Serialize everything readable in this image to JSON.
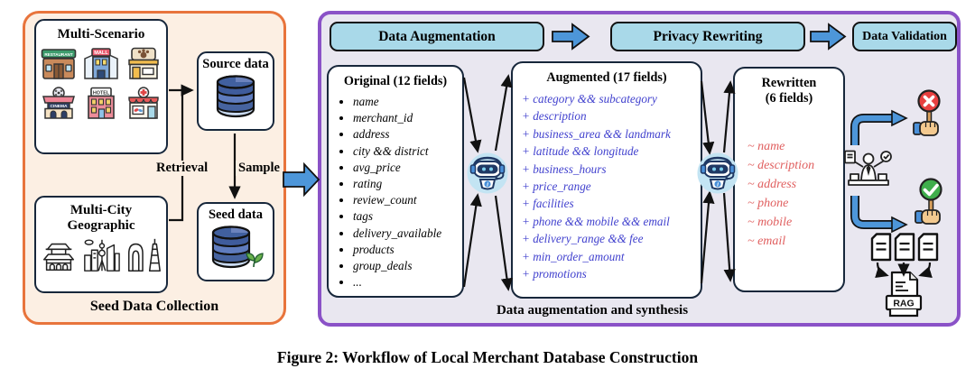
{
  "caption": "Figure 2: Workflow of Local Merchant Database Construction",
  "seed_panel": {
    "label": "Seed Data Collection",
    "multi_scenario": {
      "title": "Multi-Scenario",
      "icon_names": [
        "restaurant",
        "mall",
        "pet-shop",
        "cinema",
        "hotel",
        "pharmacy"
      ]
    },
    "multi_city": {
      "title_line1": "Multi-City",
      "title_line2": "Geographic",
      "icon_names": [
        "temple",
        "shanghai-skyline",
        "guangzhou-towers"
      ]
    },
    "source_data_label": "Source data",
    "seed_data_label": "Seed data",
    "retrieval_label": "Retrieval",
    "sample_label": "Sample"
  },
  "pipeline": {
    "label": "Data augmentation and synthesis",
    "steps": [
      "Data Augmentation",
      "Privacy Rewriting",
      "Data Validation"
    ],
    "original": {
      "title": "Original (12 fields)",
      "items": [
        "name",
        "merchant_id",
        "address",
        "city && district",
        "avg_price",
        "rating",
        "review_count",
        "tags",
        "delivery_available",
        "products",
        "group_deals",
        "..."
      ]
    },
    "augmented": {
      "title": "Augmented (17 fields)",
      "items": [
        "+ category && subcategory",
        "+ description",
        "+ business_area && landmark",
        "+ latitude && longitude",
        "+ business_hours",
        "+ price_range",
        "+ facilities",
        "+ phone && mobile && email",
        "+ delivery_range && fee",
        "+ min_order_amount",
        "+ promotions"
      ]
    },
    "rewritten": {
      "title_line1": "Rewritten",
      "title_line2": "(6 fields)",
      "items": [
        "~ name",
        "~ description",
        "~ address",
        "~ phone",
        "~ mobile",
        "~ email"
      ]
    },
    "rag_label": "RAG"
  },
  "icons": {
    "robot_glyph": "i",
    "signs": {
      "restaurant": "RESTAURANT",
      "mall": "MALL",
      "cinema": "CINEMA",
      "hotel": "HOTEL"
    }
  },
  "colors": {
    "orange_border": "#E8743C",
    "purple_border": "#8A52C7",
    "step_fill": "#A9D9E9",
    "arrow_blue": "#4D96D9",
    "augmented_text": "#4141CE",
    "rewritten_text": "#E05E5E",
    "db_dark": "#3F5C9C",
    "db_mid": "#5F7CBE",
    "db_light": "#C9DAF1",
    "error_red": "#E84040",
    "success_green": "#3FAE4C"
  }
}
